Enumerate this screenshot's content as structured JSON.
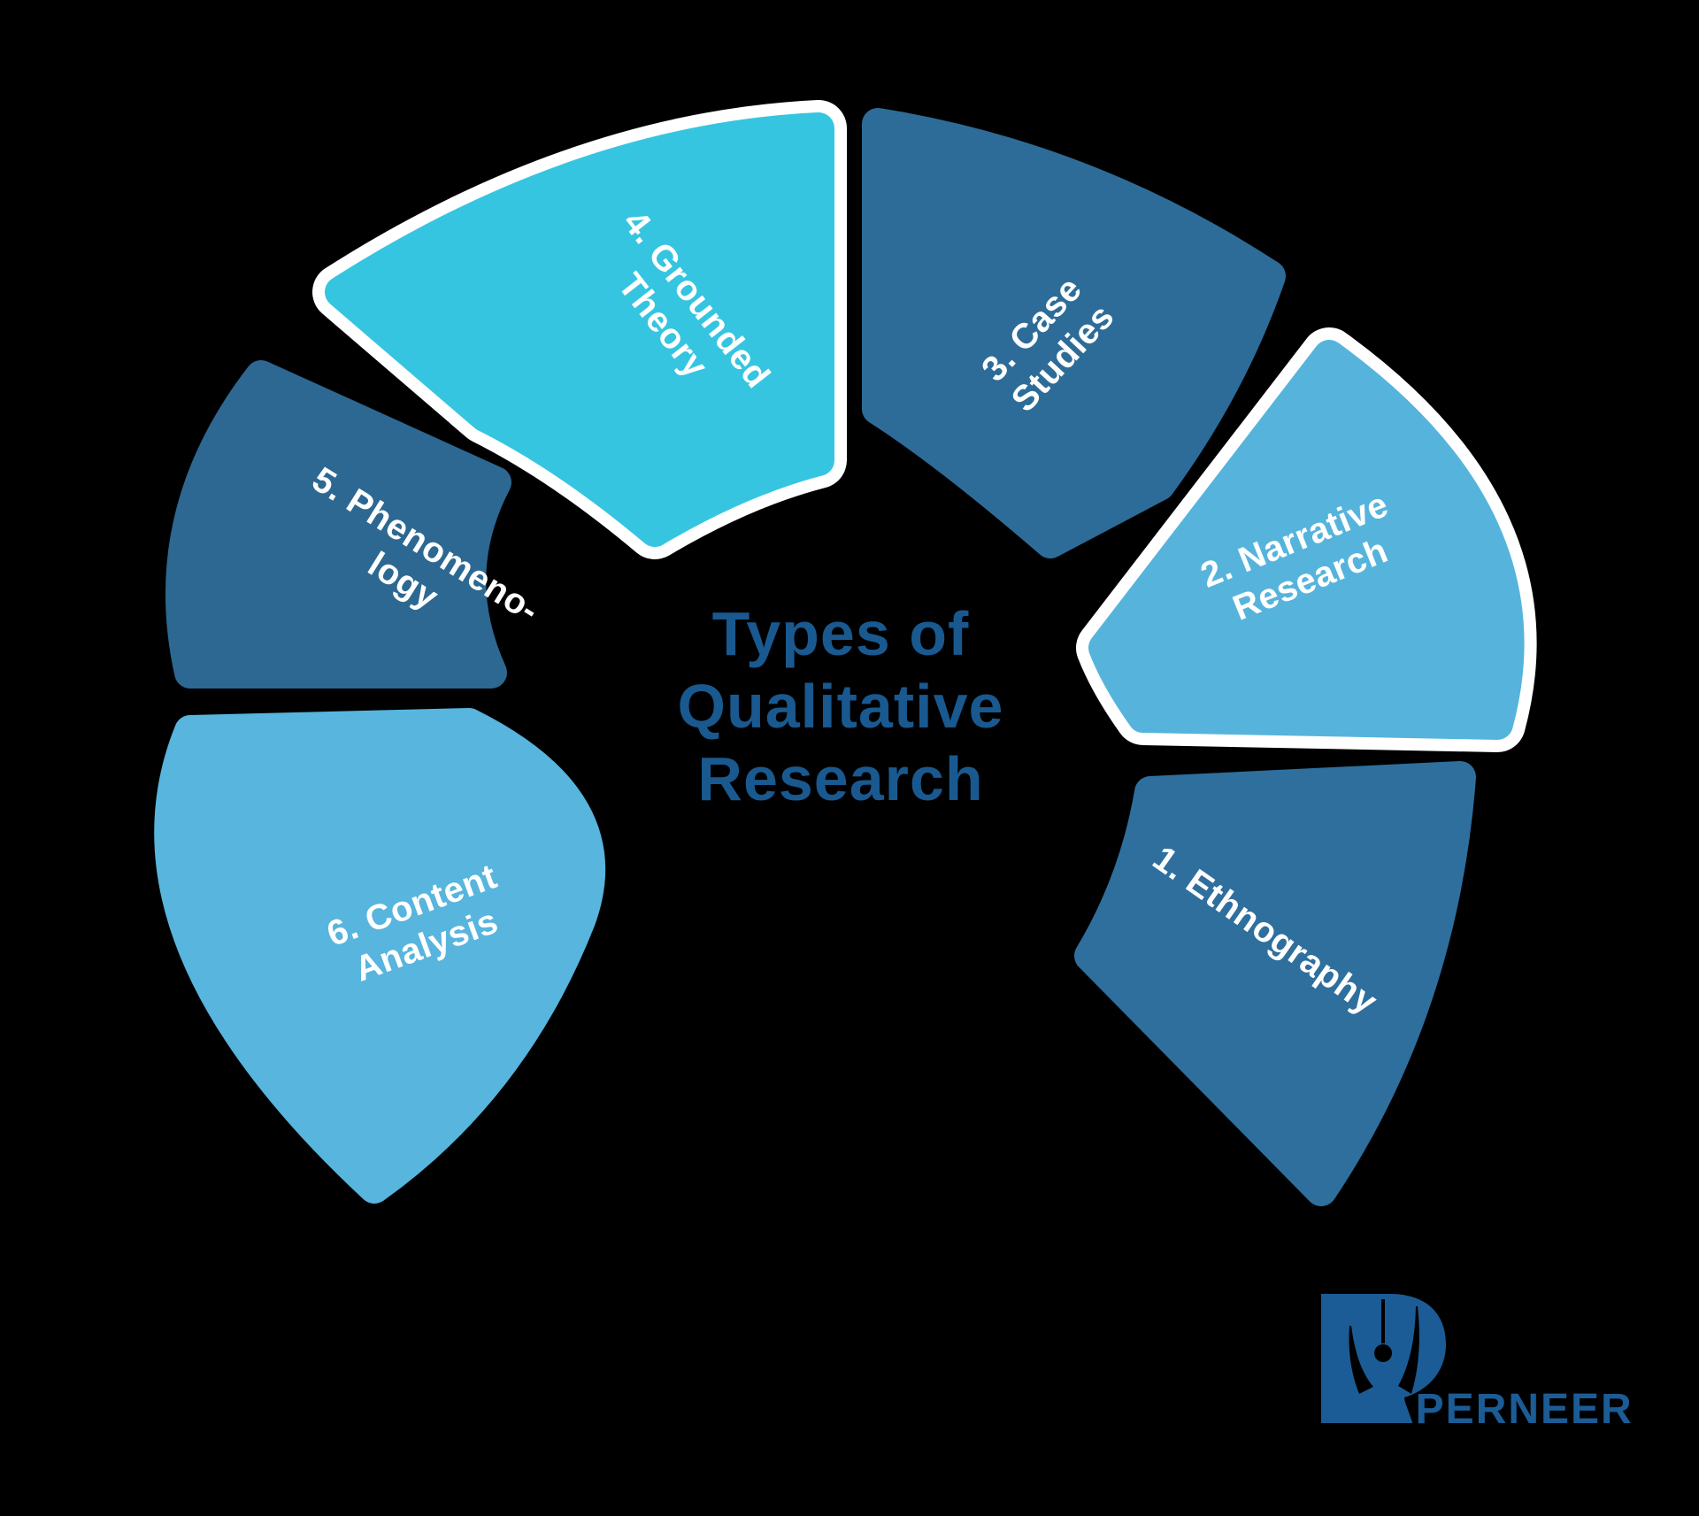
{
  "theme": {
    "background": "#000000",
    "highlight_border": "#FFFFFF",
    "label_color": "#FFFFFF"
  },
  "title": {
    "lines": [
      "Types of",
      "Qualitative",
      "Research"
    ],
    "color": "#19598F"
  },
  "segments": [
    {
      "label": "1. Ethnography",
      "lines": [
        "1. Ethnography",
        ""
      ],
      "color": "#2E6F9E",
      "highlighted": false
    },
    {
      "label": "2. Narrative Research",
      "lines": [
        "2. Narrative",
        "Research"
      ],
      "color": "#56B4DC",
      "highlighted": true
    },
    {
      "label": "3. Case Studies",
      "lines": [
        "3. Case",
        "Studies"
      ],
      "color": "#2D6C98",
      "highlighted": false
    },
    {
      "label": "4. Grounded Theory",
      "lines": [
        "4. Grounded",
        "Theory"
      ],
      "color": "#36C5E1",
      "highlighted": true
    },
    {
      "label": "5. Phenomenology",
      "lines": [
        "5. Phenomeno-",
        "logy"
      ],
      "color": "#2C6892",
      "highlighted": false
    },
    {
      "label": "6. Content Analysis",
      "lines": [
        "6. Content",
        "Analysis"
      ],
      "color": "#57B5DE",
      "highlighted": false
    }
  ],
  "logo": {
    "name": "PAPERNEER",
    "wordmark": "APERNEER",
    "icon": "pen-nib-p-icon",
    "color": "#1B5C96"
  }
}
